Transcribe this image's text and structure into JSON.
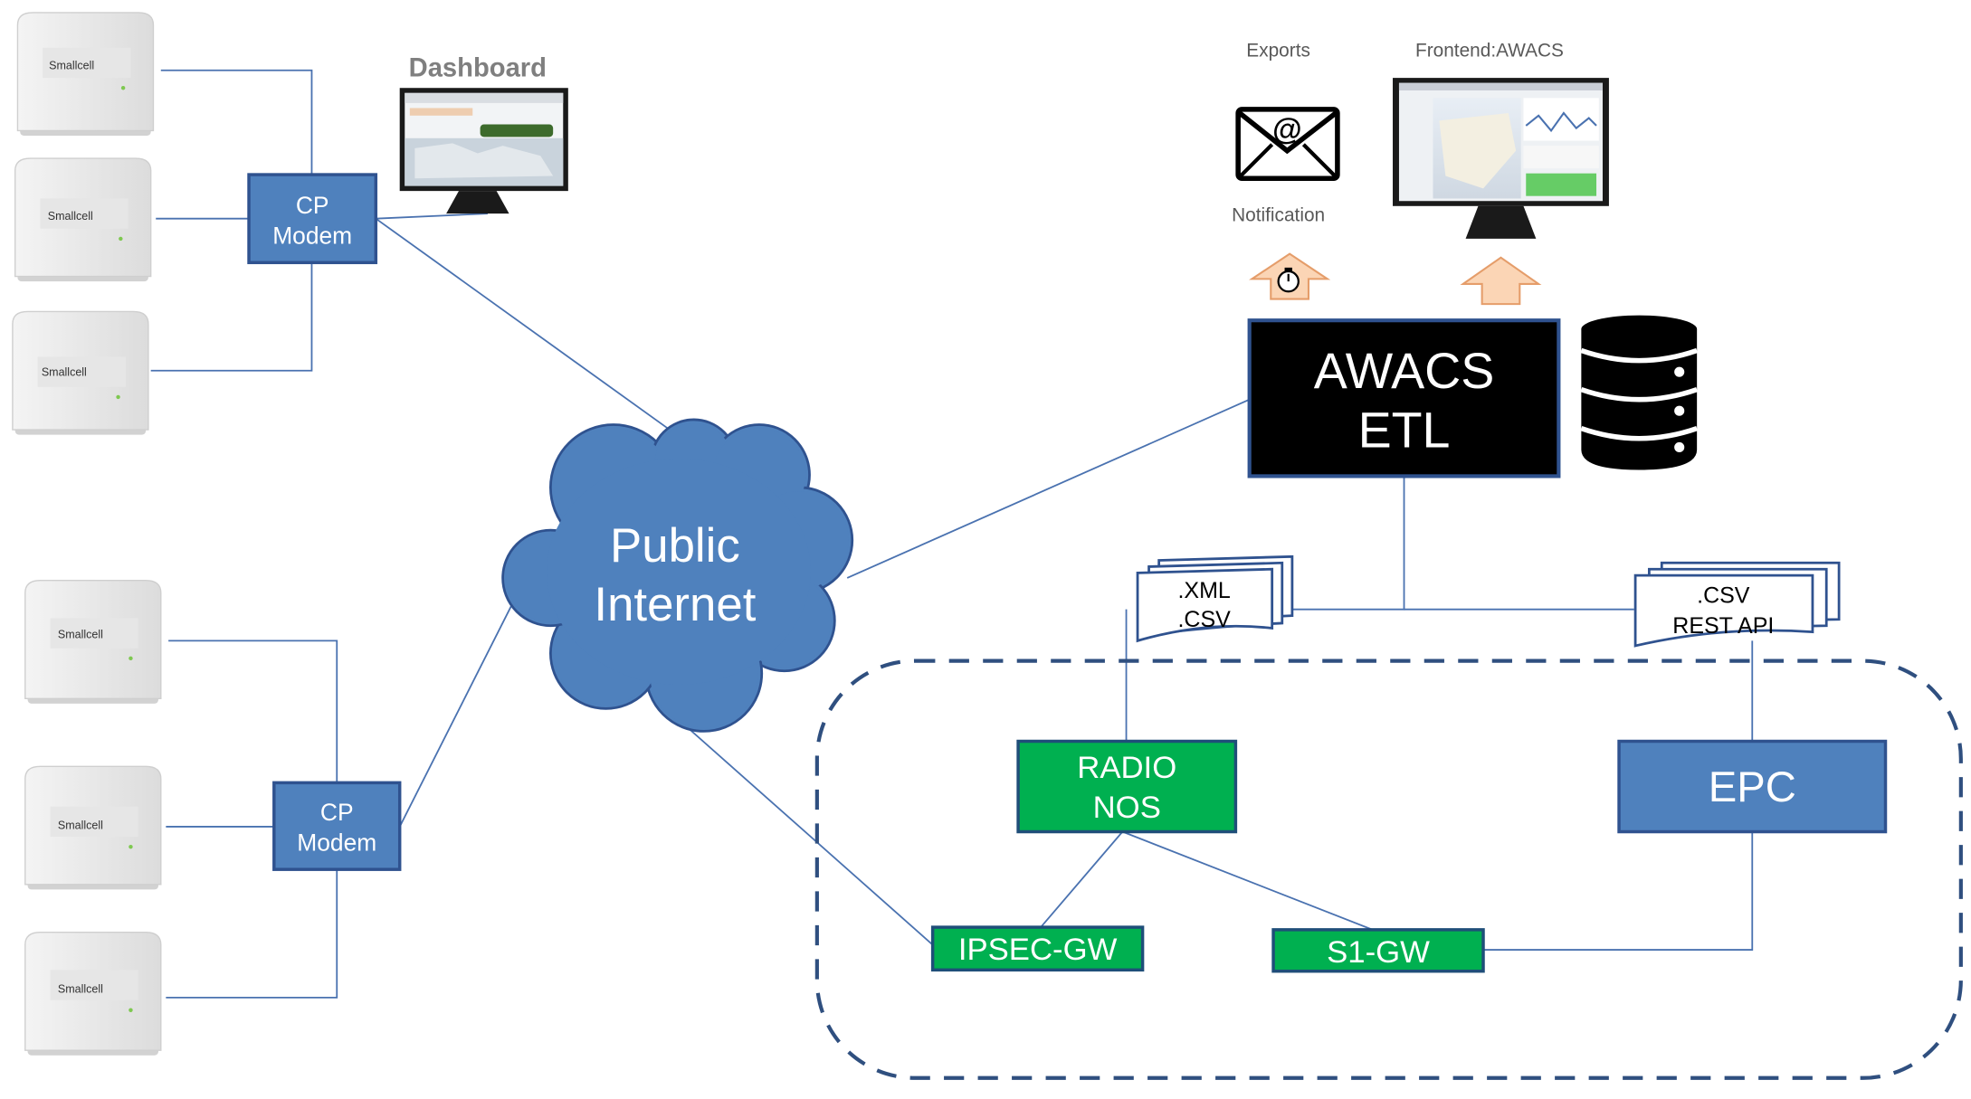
{
  "dashboard": {
    "title": "Dashboard"
  },
  "exports": {
    "label": "Exports",
    "notification_label": "Notification"
  },
  "frontend": {
    "label": "Frontend:AWACS"
  },
  "smallcells": [
    {
      "label": "Smallcell"
    },
    {
      "label": "Smallcell"
    },
    {
      "label": "Smallcell"
    },
    {
      "label": "Smallcell"
    },
    {
      "label": "Smallcell"
    },
    {
      "label": "Smallcell"
    }
  ],
  "cp_modems": [
    {
      "line1": "CP",
      "line2": "Modem"
    },
    {
      "line1": "CP",
      "line2": "Modem"
    }
  ],
  "internet": {
    "line1": "Public",
    "line2": "Internet"
  },
  "awacs_etl": {
    "line1": "AWACS",
    "line2": "ETL"
  },
  "docs_xml": {
    "line1": ".XML",
    "line2": ".CSV"
  },
  "docs_csv": {
    "line1": ".CSV",
    "line2": "REST API"
  },
  "radio_nos": {
    "line1": "RADIO",
    "line2": "NOS"
  },
  "epc": {
    "label": "EPC"
  },
  "ipsec_gw": {
    "label": "IPSEC-GW"
  },
  "s1_gw": {
    "label": "S1-GW"
  },
  "colors": {
    "blue_box": "#4f81bd",
    "blue_border": "#2f528f",
    "green_box": "#00b050",
    "green_border": "#1f4e79",
    "line": "#4a72b0",
    "dashed": "#2f4f7f",
    "arrow_fill": "#fbd5b5",
    "arrow_stroke": "#e59d6a"
  }
}
